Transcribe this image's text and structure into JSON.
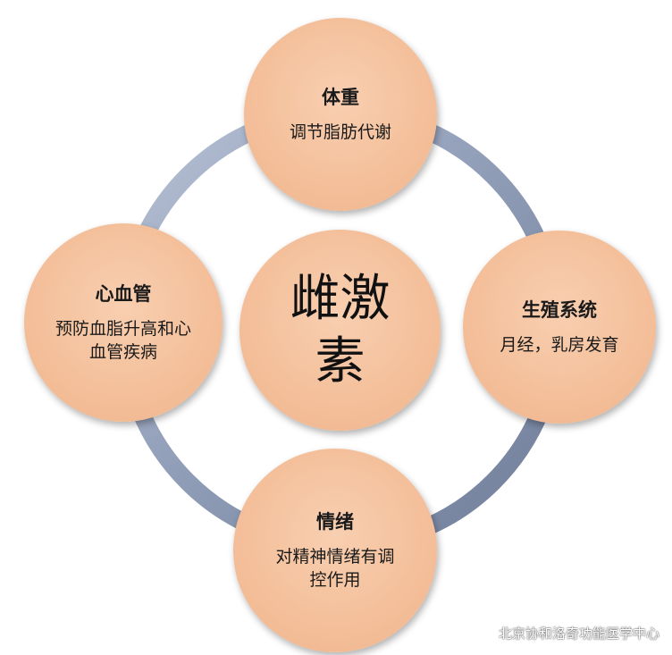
{
  "diagram": {
    "center": {
      "label": "雌激素"
    },
    "nodes": [
      {
        "id": "top",
        "title": "体重",
        "description": "调节脂肪代谢"
      },
      {
        "id": "right",
        "title": "生殖系统",
        "description": "月经，乳房发育"
      },
      {
        "id": "bottom",
        "title": "情绪",
        "description": "对精神情绪有调控作用"
      },
      {
        "id": "left",
        "title": "心血管",
        "description": "预防血脂升高和心血管疾病"
      }
    ]
  },
  "watermark": {
    "text": "北京协和洛奇功能医学中心",
    "icon": "wechat-icon"
  },
  "colors": {
    "node_fill": "#f4c09b",
    "ring": "#8e9bb5",
    "background": "#ffffff"
  }
}
